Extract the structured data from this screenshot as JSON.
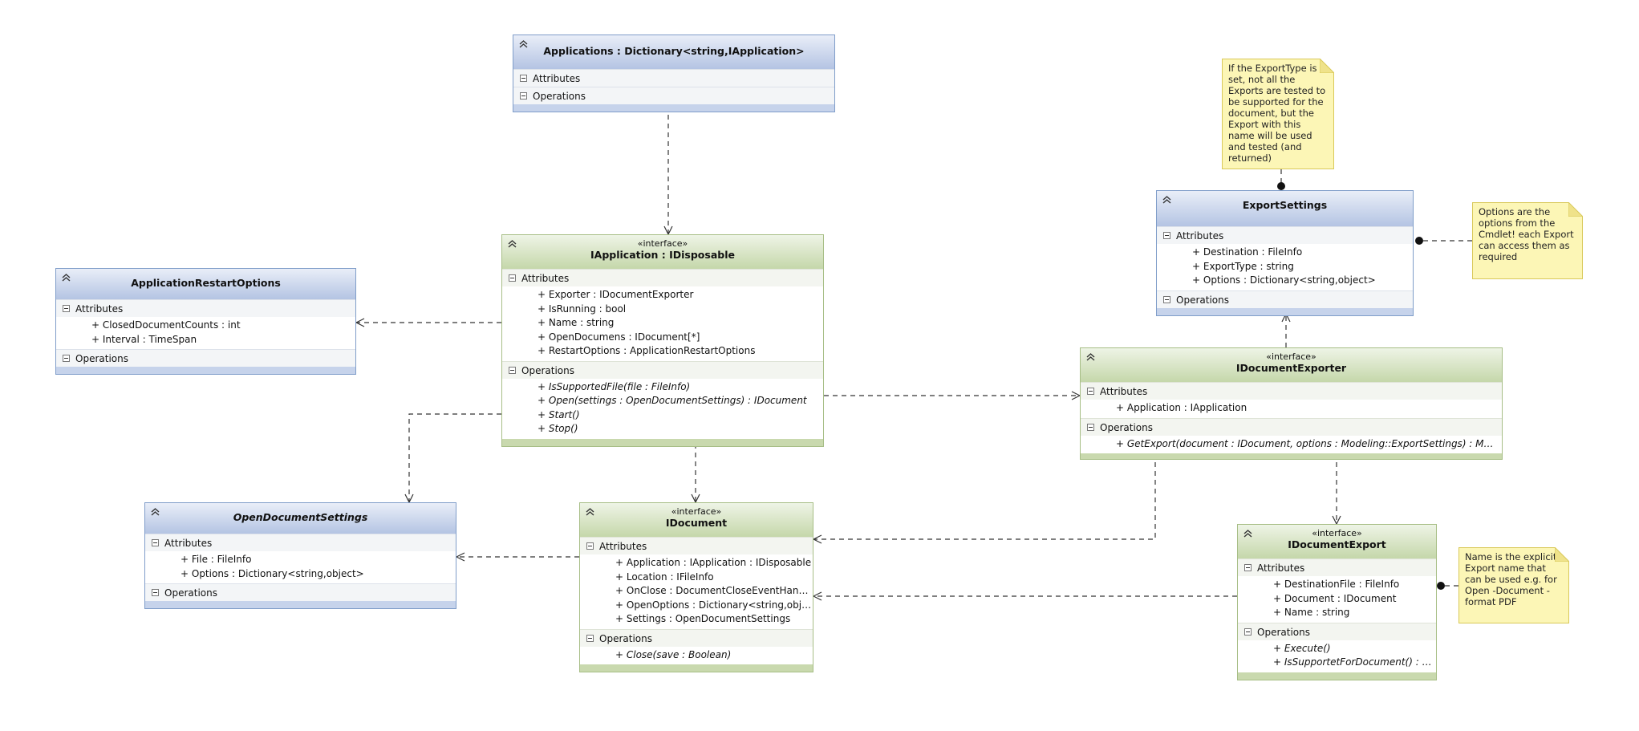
{
  "section_labels": {
    "attributes": "Attributes",
    "operations": "Operations"
  },
  "stereotype": "«interface»",
  "classes": {
    "applications": {
      "title": "Applications : Dictionary<string,IApplication>",
      "attributes": [],
      "operations": []
    },
    "iapplication": {
      "stereotype": "«interface»",
      "title": "IApplication : IDisposable",
      "attributes": [
        "+ Exporter : IDocumentExporter",
        "+ IsRunning : bool",
        "+ Name : string",
        "+ OpenDocumens : IDocument[*]",
        "+ RestartOptions : ApplicationRestartOptions"
      ],
      "operations": [
        "+ IsSupportedFile(file : FileInfo)",
        "+ Open(settings : OpenDocumentSettings) : IDocument",
        "+ Start()",
        "+ Stop()"
      ]
    },
    "restart_options": {
      "title": "ApplicationRestartOptions",
      "attributes": [
        "+ ClosedDocumentCounts : int",
        "+ Interval : TimeSpan"
      ],
      "operations": []
    },
    "open_doc_settings": {
      "title": "OpenDocumentSettings",
      "attributes": [
        "+ File : FileInfo",
        "+ Options : Dictionary<string,object>"
      ],
      "operations": []
    },
    "idocument": {
      "stereotype": "«interface»",
      "title": "IDocument",
      "attributes": [
        "+ Application : IApplication : IDisposable",
        "+ Location : IFileInfo",
        "+ OnClose : DocumentCloseEventHandler",
        "+ OpenOptions : Dictionary<string,object>",
        "+ Settings : OpenDocumentSettings"
      ],
      "operations": [
        "+ Close(save : Boolean)"
      ]
    },
    "export_settings": {
      "title": "ExportSettings",
      "attributes": [
        "+ Destination : FileInfo",
        "+ ExportType : string",
        "+ Options : Dictionary<string,object>"
      ],
      "operations": []
    },
    "idocument_exporter": {
      "stereotype": "«interface»",
      "title": "IDocumentExporter",
      "attributes": [
        "+ Application : IApplication"
      ],
      "operations": [
        "+ GetExport(document : IDocument, options : Modeling::ExportSettings) : Modeling::I..."
      ]
    },
    "idocument_export": {
      "stereotype": "«interface»",
      "title": "IDocumentExport",
      "attributes": [
        "+ DestinationFile : FileInfo",
        "+ Document : IDocument",
        "+ Name : string"
      ],
      "operations": [
        "+ Execute()",
        "+ IsSupportetForDocument() : bool"
      ]
    }
  },
  "notes": {
    "export_type": "If the ExportType is set, not all the Exports are tested to be supported for the document, but the Export with this name will be used and tested (and returned)",
    "options": "Options are the options from the Cmdlet! each Export can access them as required",
    "name": "Name is the explicit Export name that can be used e.g. for Open -Document -format PDF"
  },
  "colors": {
    "blue_header": "#b4c4e3",
    "green_header": "#c5d7aa",
    "note_fill": "#fcf6b6"
  }
}
